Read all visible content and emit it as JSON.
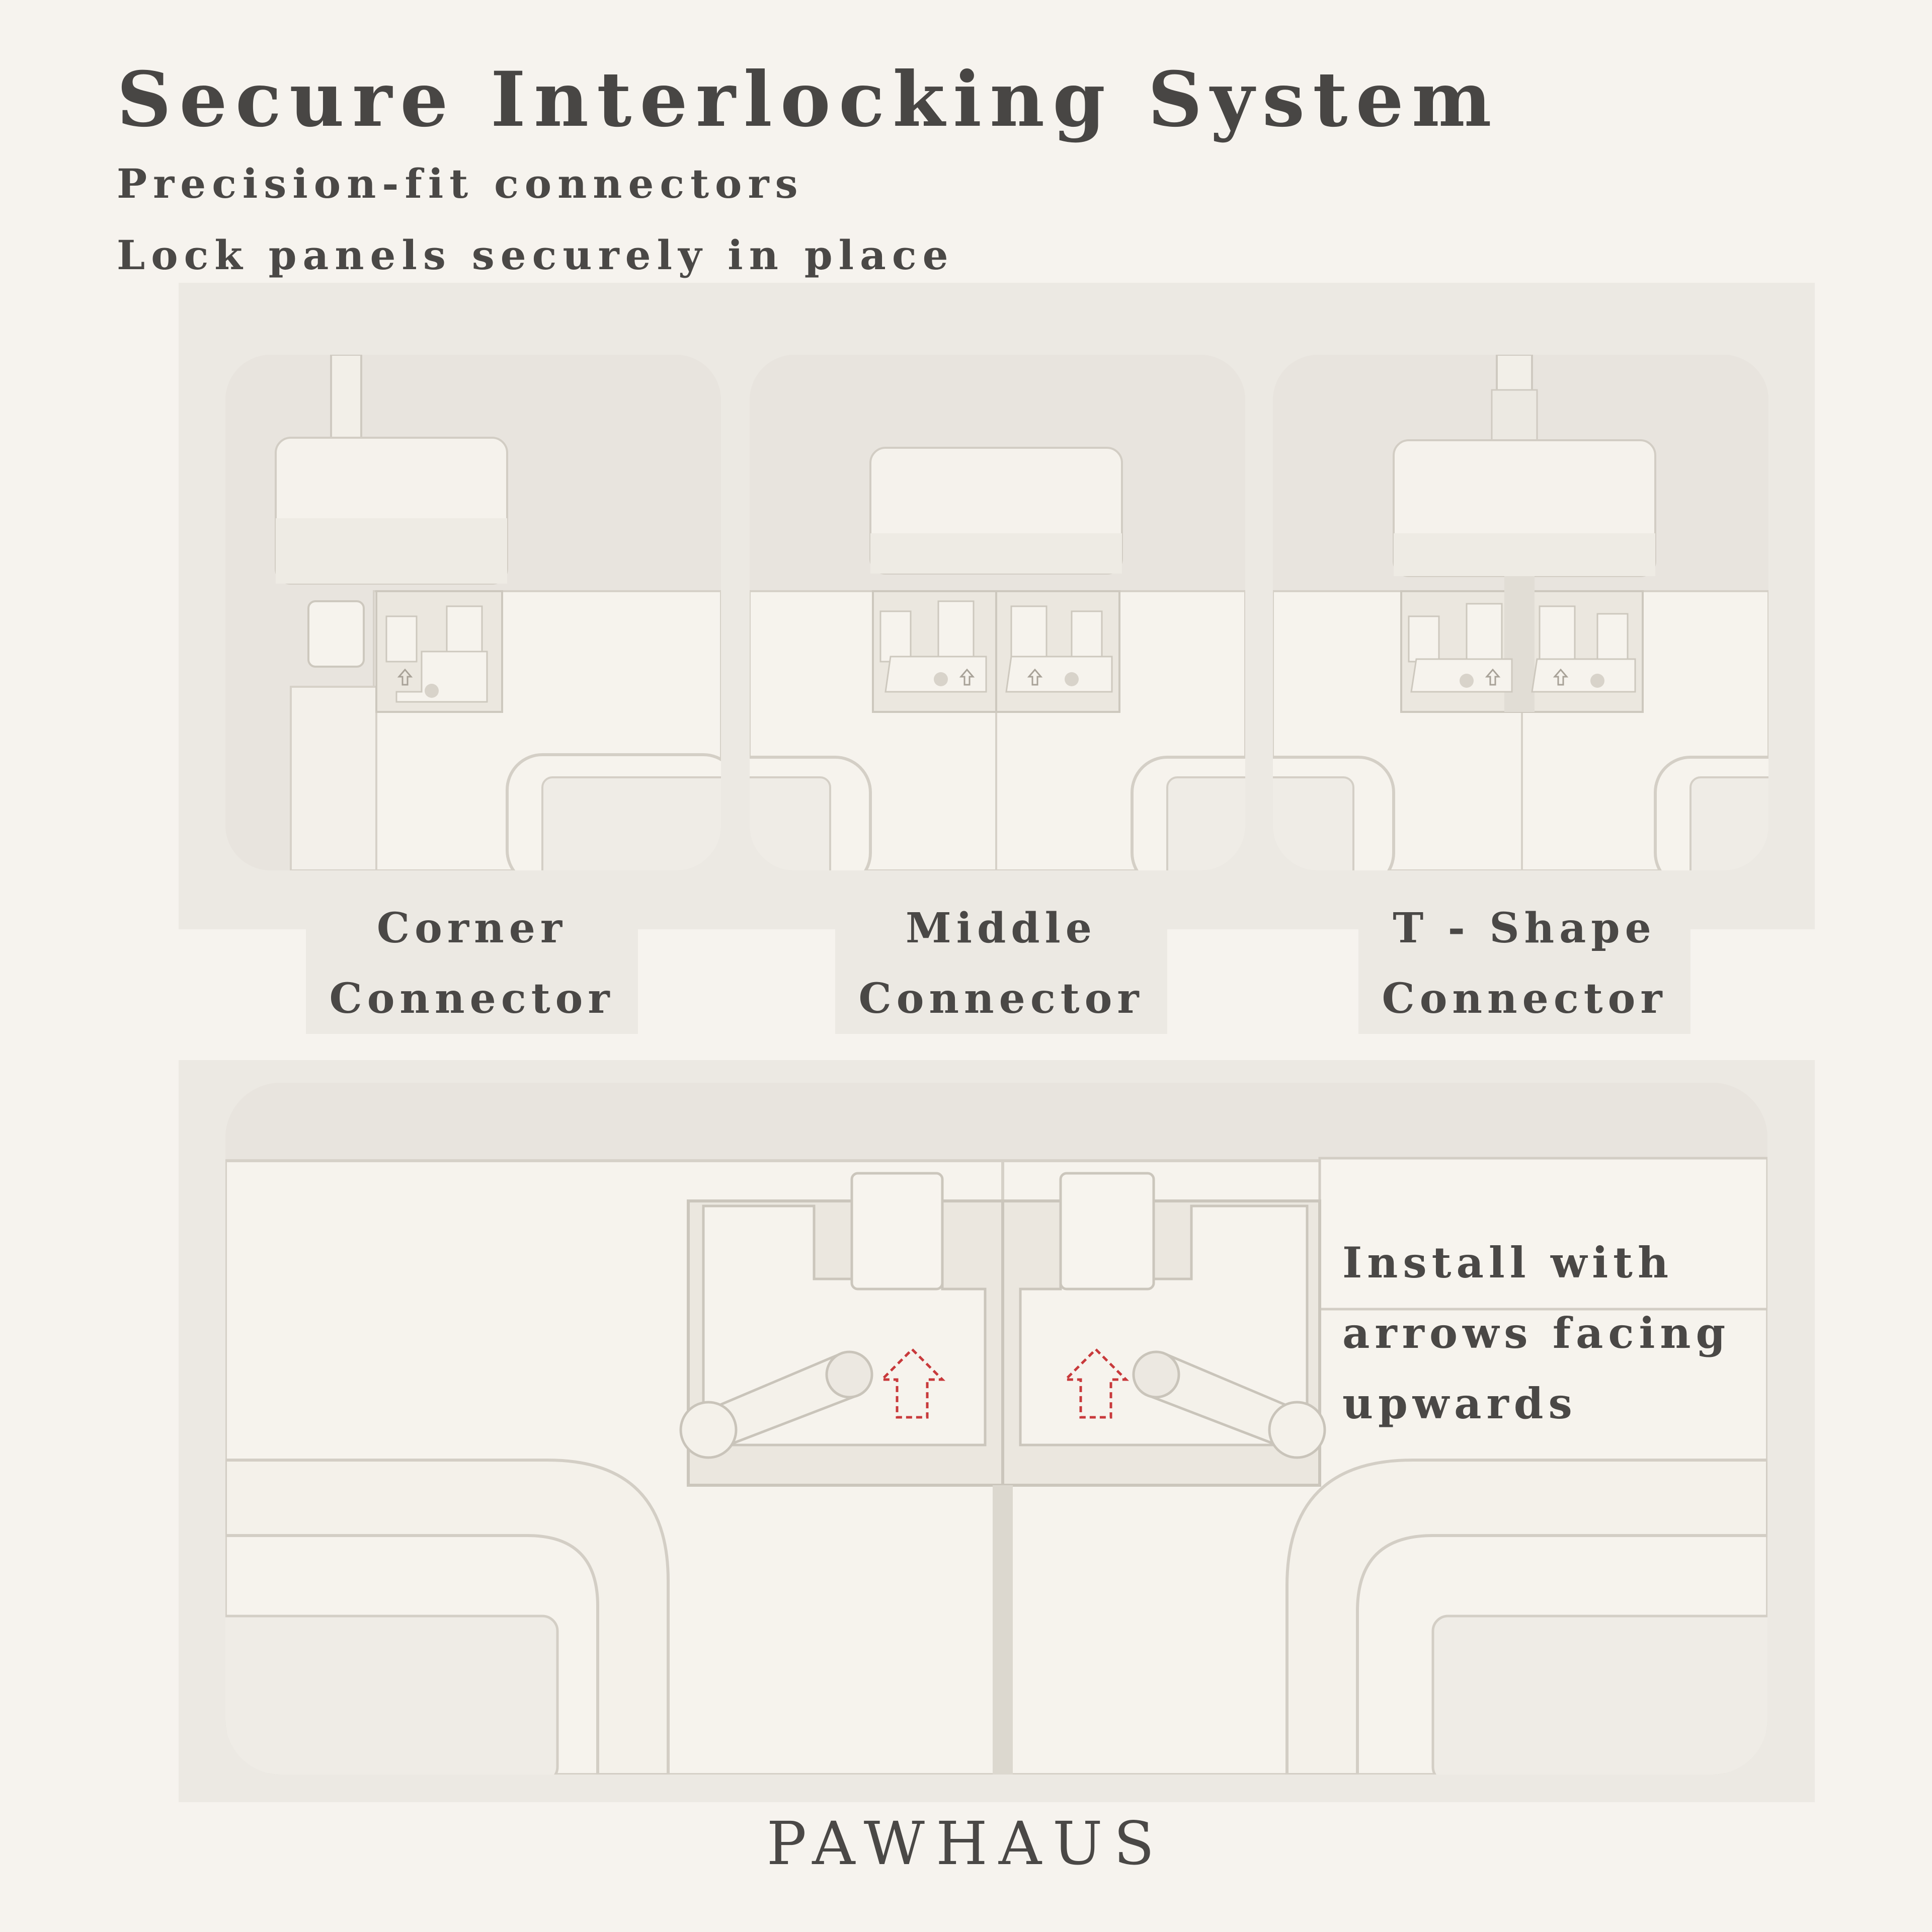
{
  "header": {
    "title": "Secure Interlocking System",
    "subtitle_line1": "Precision-fit connectors",
    "subtitle_line2": "Lock panels securely in place"
  },
  "connectors": [
    {
      "line1": "Corner",
      "line2": "Connector",
      "icon": "corner-connector-photo"
    },
    {
      "line1": "Middle",
      "line2": "Connector",
      "icon": "middle-connector-photo"
    },
    {
      "line1": "T - Shape",
      "line2": "Connector",
      "icon": "t-shape-connector-photo"
    }
  ],
  "install": {
    "line1": "Install with",
    "line2": "arrows facing",
    "line3": "upwards",
    "arrow_color": "#c8393b"
  },
  "brand": "PAWHAUS",
  "colors": {
    "background": "#f6f3ee",
    "panel": "#ece9e3",
    "plastic": "#f4f1ea",
    "text": "#4a4846"
  }
}
